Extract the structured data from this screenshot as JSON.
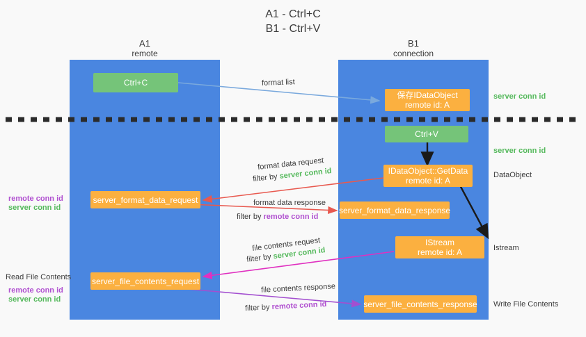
{
  "title": {
    "line1": "A1 - Ctrl+C",
    "line2": "B1 - Ctrl+V"
  },
  "columns": [
    {
      "id": "a1",
      "name": "A1",
      "subtitle": "remote",
      "color": "#4a86e0"
    },
    {
      "id": "b1",
      "name": "B1",
      "subtitle": "connection",
      "color": "#4a86e0"
    }
  ],
  "nodes": {
    "ctrl_c": {
      "label": "Ctrl+C",
      "sub": "",
      "color": "#75c479"
    },
    "save_idataobject": {
      "label": "保存IDataObject",
      "sub": "remote id: A",
      "color": "#fbb040"
    },
    "ctrl_v": {
      "label": "Ctrl+V",
      "sub": "",
      "color": "#75c479"
    },
    "getdata": {
      "label": "IDataObject::GetData",
      "sub": "remote id: A",
      "color": "#fbb040"
    },
    "format_data_request": {
      "label": "server_format_data_request",
      "sub": "",
      "color": "#fbb040"
    },
    "format_data_response": {
      "label": "server_format_data_response",
      "sub": "",
      "color": "#fbb040"
    },
    "istream": {
      "label": "IStream",
      "sub": "remote id: A",
      "color": "#fbb040"
    },
    "file_contents_request": {
      "label": "server_file_contents_request",
      "sub": "",
      "color": "#fbb040"
    },
    "file_contents_response": {
      "label": "server_file_contents_response",
      "sub": "",
      "color": "#fbb040"
    }
  },
  "flow_labels": {
    "format_list": "format list",
    "format_data_request": "format data request",
    "format_data_request_filter_prefix": "filter by",
    "format_data_request_filter_value": "server conn id",
    "format_data_response": "format data response",
    "format_data_response_filter_prefix": "filter by",
    "format_data_response_filter_value": "remote conn id",
    "file_contents_request": "file contents request",
    "file_contents_request_filter_prefix": "filter by",
    "file_contents_request_filter_value": "server conn id",
    "file_contents_response": "file contents response",
    "file_contents_response_filter_prefix": "filter by",
    "file_contents_response_filter_value": "remote conn id"
  },
  "right_labels": {
    "server_conn_id_top": "server conn id",
    "server_conn_id_mid": "server conn id",
    "dataobject": "DataObject",
    "istream": "Istream",
    "write_file_contents": "Write File Contents"
  },
  "left_labels": {
    "remote_conn_id_1": "remote conn id",
    "server_conn_id_1": "server conn id",
    "read_file_contents": "Read File Contents",
    "remote_conn_id_2": "remote conn id",
    "server_conn_id_2": "server conn id"
  },
  "colors": {
    "column": "#4a86e0",
    "green_node": "#75c479",
    "orange_node": "#fbb040",
    "green_text": "#55b95c",
    "purple_text": "#b050d0",
    "blue_arrow": "#7aa9dd",
    "red_arrow": "#e8594f",
    "magenta_arrow": "#e030c0",
    "purple_arrow": "#a34fd0",
    "black_arrow": "#1a1a1a",
    "background": "#f9f9f9"
  }
}
